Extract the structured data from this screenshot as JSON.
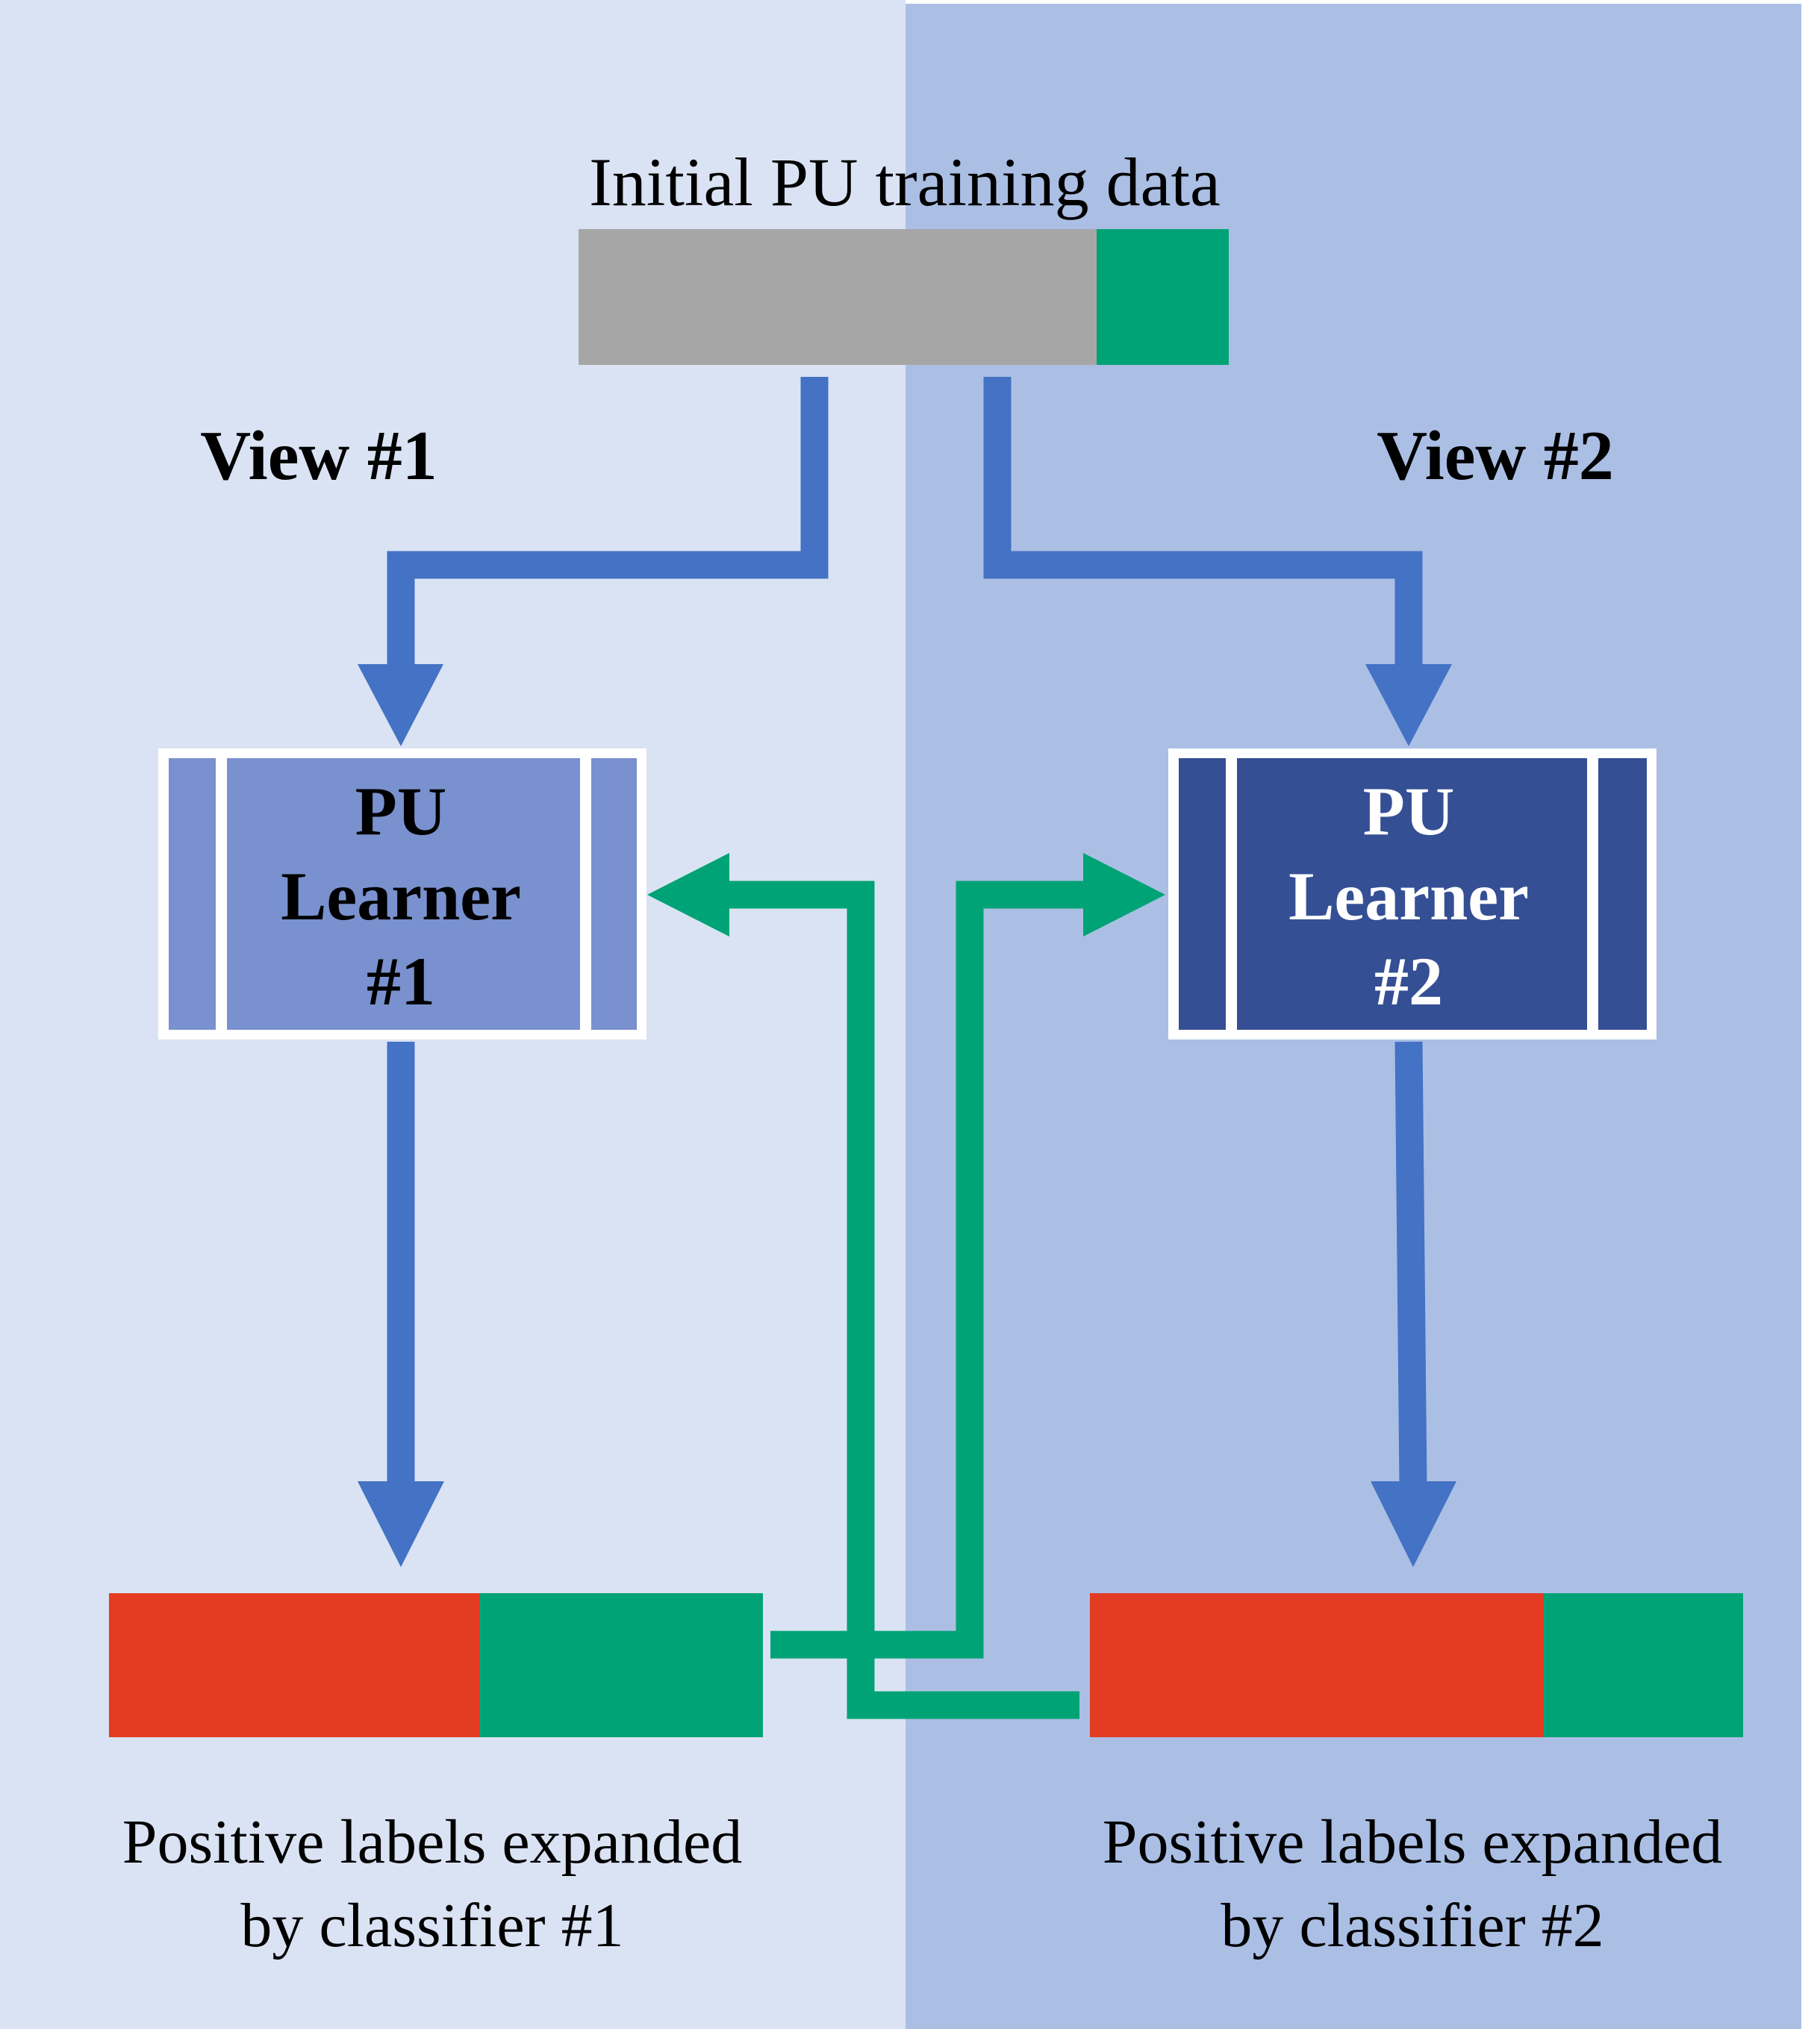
{
  "title": "Initial PU training data",
  "views": [
    {
      "label": "View #1"
    },
    {
      "label": "View #2"
    }
  ],
  "learners": [
    {
      "line1": "PU",
      "line2": "Learner",
      "line3": "#1"
    },
    {
      "line1": "PU",
      "line2": "Learner",
      "line3": "#2"
    }
  ],
  "outputs": [
    {
      "line1": "Positive labels expanded",
      "line2": "by classifier #1"
    },
    {
      "line1": "Positive labels expanded",
      "line2": "by classifier #2"
    }
  ],
  "colors": {
    "background_view1": "#dae3f3",
    "background_view2": "#abbfe5",
    "flow_arrow": "#4472c4",
    "exchange_arrow": "#00a375",
    "unlabeled": "#a6a6a6",
    "positive": "#00a375",
    "negative": "#e43b23",
    "learner1_fill": "#7991ce",
    "learner2_fill": "#354f94",
    "border": "#ffffff",
    "text": "#000000"
  }
}
